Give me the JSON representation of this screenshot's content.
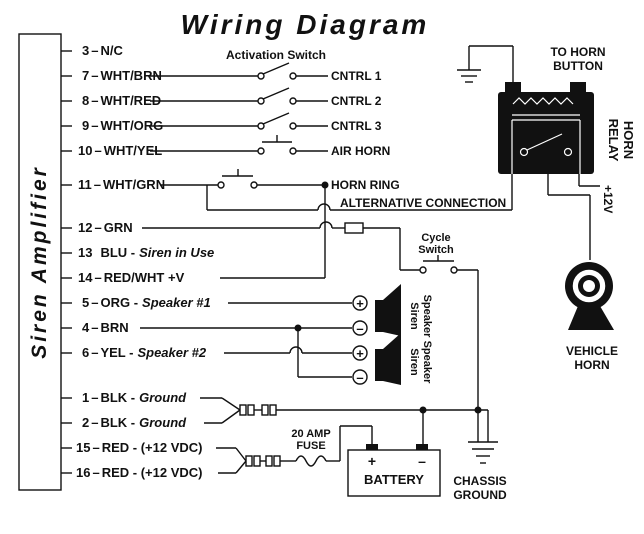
{
  "title": "Wiring Diagram",
  "amplifier_label": "Siren Amplifier",
  "pins": [
    {
      "num": "3",
      "dash": "–",
      "wire": "N/C",
      "desc": ""
    },
    {
      "num": "7",
      "dash": "–",
      "wire": "WHT/BRN",
      "desc": ""
    },
    {
      "num": "8",
      "dash": "–",
      "wire": "WHT/RED",
      "desc": ""
    },
    {
      "num": "9",
      "dash": "–",
      "wire": "WHT/ORG",
      "desc": ""
    },
    {
      "num": "10",
      "dash": "–",
      "wire": "WHT/YEL",
      "desc": ""
    },
    {
      "num": "11",
      "dash": "–",
      "wire": "WHT/GRN",
      "desc": ""
    },
    {
      "num": "12",
      "dash": "–",
      "wire": "GRN",
      "desc": ""
    },
    {
      "num": "13",
      "dash": "",
      "wire": "BLU -",
      "desc": "Siren in Use"
    },
    {
      "num": "14",
      "dash": "–",
      "wire": "RED/WHT +V",
      "desc": ""
    },
    {
      "num": "5",
      "dash": "–",
      "wire": "ORG -",
      "desc": "Speaker #1"
    },
    {
      "num": "4",
      "dash": "–",
      "wire": "BRN",
      "desc": ""
    },
    {
      "num": "6",
      "dash": "–",
      "wire": "YEL -",
      "desc": "Speaker #2"
    },
    {
      "num": "1",
      "dash": "–",
      "wire": "BLK -",
      "desc": "Ground"
    },
    {
      "num": "2",
      "dash": "–",
      "wire": "BLK -",
      "desc": "Ground"
    },
    {
      "num": "15",
      "dash": "–",
      "wire": "RED - (+12 VDC)",
      "desc": ""
    },
    {
      "num": "16",
      "dash": "–",
      "wire": "RED - (+12 VDC)",
      "desc": ""
    }
  ],
  "labels": {
    "activation_switch": "Activation Switch",
    "cntrl1": "CNTRL 1",
    "cntrl2": "CNTRL 2",
    "cntrl3": "CNTRL 3",
    "air_horn": "AIR HORN",
    "horn_ring": "HORN RING",
    "alt_connection": "ALTERNATIVE CONNECTION",
    "cycle_switch_1": "Cycle",
    "cycle_switch_2": "Switch",
    "to_horn_button_1": "TO HORN",
    "to_horn_button_2": "BUTTON",
    "horn_relay_1": "HORN",
    "horn_relay_2": "RELAY",
    "plus12v": "+12V",
    "vehicle_horn_1": "VEHICLE",
    "vehicle_horn_2": "HORN",
    "speaker_1": "Siren",
    "speaker_2": "Speaker",
    "fuse_1": "20 AMP",
    "fuse_2": "FUSE",
    "battery": "BATTERY",
    "battery_plus": "+",
    "battery_minus": "–",
    "chassis_1": "CHASSIS",
    "chassis_2": "GROUND",
    "plus": "+",
    "minus": "–"
  }
}
